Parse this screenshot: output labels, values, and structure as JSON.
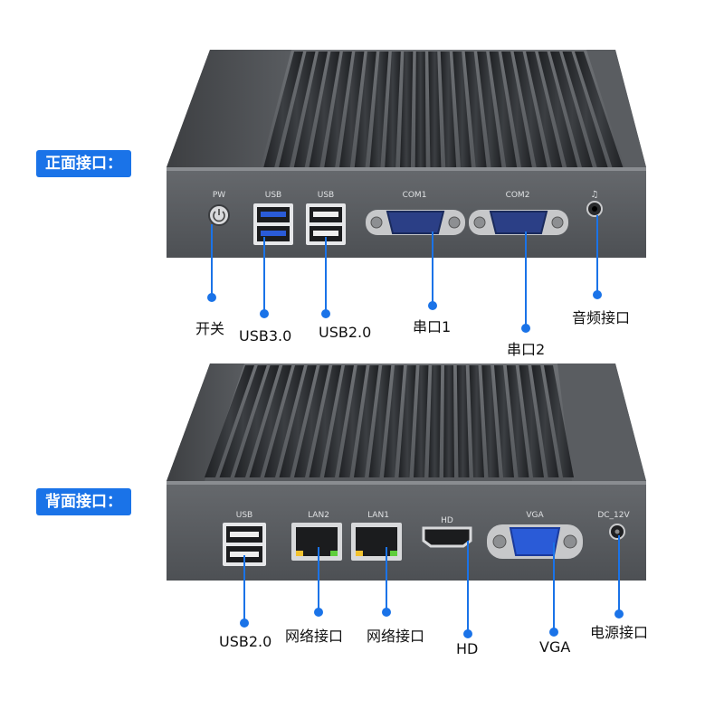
{
  "front": {
    "tag": "正面接口：",
    "ports": {
      "pw": "PW",
      "usb_a": "USB",
      "usb_b": "USB",
      "com1": "COM1",
      "com2": "COM2"
    },
    "callouts": {
      "power": "开关",
      "usb3": "USB3.0",
      "usb2": "USB2.0",
      "serial1": "串口1",
      "serial2": "串口2",
      "audio": "音频接口"
    }
  },
  "back": {
    "tag": "背面接口：",
    "ports": {
      "usb": "USB",
      "lan2": "LAN2",
      "lan1": "LAN1",
      "hd": "HD",
      "vga": "VGA",
      "dc": "DC_12V"
    },
    "callouts": {
      "usb2": "USB2.0",
      "net2": "网络接口",
      "net1": "网络接口",
      "hd": "HD",
      "vga": "VGA",
      "power": "电源接口"
    }
  },
  "colors": {
    "accent": "#1a73e8",
    "chassis": "#5c5f63",
    "fins": "#2b2d30",
    "port_blue": "#2a5bd7"
  }
}
